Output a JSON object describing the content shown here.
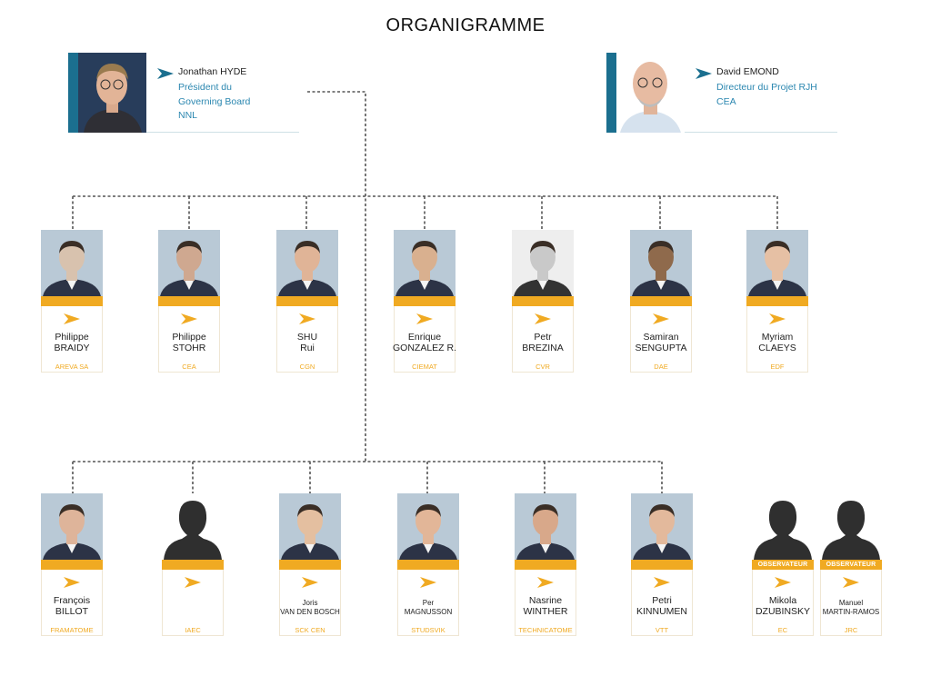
{
  "title": "ORGANIGRAMME",
  "colors": {
    "accent": "#f0aa22",
    "lead_bar": "#1b6f8f",
    "role_text": "#2b87b0",
    "connector": "#555555"
  },
  "leads": [
    {
      "name": "Jonathan HYDE",
      "role": [
        "Président du",
        "Governing Board",
        "NNL"
      ]
    },
    {
      "name": "David EMOND",
      "role": [
        "Directeur du Projet RJH",
        "CEA"
      ]
    }
  ],
  "row1": [
    {
      "first": "Philippe",
      "last": "BRAIDY",
      "org": "AREVA SA",
      "photo": "photo"
    },
    {
      "first": "Philippe",
      "last": "STOHR",
      "org": "CEA",
      "photo": "photo"
    },
    {
      "first": "SHU",
      "last": "Rui",
      "org": "CGN",
      "photo": "photo"
    },
    {
      "first": "Enrique",
      "last": "GONZALEZ R.",
      "org": "CIEMAT",
      "photo": "photo"
    },
    {
      "first": "Petr",
      "last": "BREZINA",
      "org": "CVR",
      "photo": "photo"
    },
    {
      "first": "Samiran",
      "last": "SENGUPTA",
      "org": "DAE",
      "photo": "photo"
    },
    {
      "first": "Myriam",
      "last": "CLAEYS",
      "org": "EDF",
      "photo": "photo"
    }
  ],
  "row2": [
    {
      "first": "François",
      "last": "BILLOT",
      "org": "FRAMATOME",
      "photo": "photo"
    },
    {
      "first": "",
      "last": "",
      "org": "IAEC",
      "photo": "silhouette-icon"
    },
    {
      "first": "Joris",
      "last": "VAN DEN BOSCH",
      "org": "SCK CEN",
      "photo": "photo",
      "small": true
    },
    {
      "first": "Per",
      "last": "MAGNUSSON",
      "org": "STUDSVIK",
      "photo": "photo",
      "small": true
    },
    {
      "first": "Nasrine",
      "last": "WINTHER",
      "org": "TECHNICATOME",
      "photo": "photo"
    },
    {
      "first": "Petri",
      "last": "KINNUMEN",
      "org": "VTT",
      "photo": "photo"
    },
    {
      "first": "Mikola",
      "last": "DZUBINSKY",
      "org": "EC",
      "photo": "silhouette-icon",
      "badge": "OBSERVATEUR"
    },
    {
      "first": "Manuel",
      "last": "MARTIN-RAMOS",
      "org": "JRC",
      "photo": "silhouette-icon",
      "badge": "OBSERVATEUR",
      "small": true
    }
  ]
}
